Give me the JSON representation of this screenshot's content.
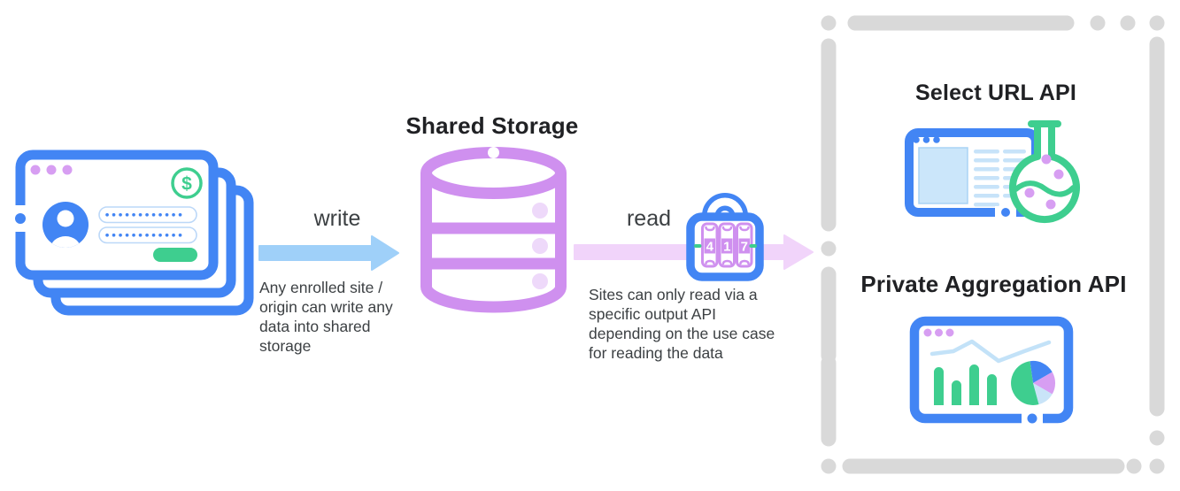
{
  "shared_storage": {
    "title": "Shared Storage"
  },
  "flows": {
    "write": {
      "label": "write",
      "caption": "Any enrolled site /\norigin can write any\ndata into shared\nstorage"
    },
    "read": {
      "label": "read",
      "caption": "Sites can only read via a\nspecific output API\ndepending on the use case\nfor reading the data"
    }
  },
  "lock": {
    "digits": [
      "4",
      "1",
      "7"
    ]
  },
  "output_panel": {
    "select_url_api": {
      "title": "Select URL API"
    },
    "private_aggregation_api": {
      "title": "Private Aggregation API"
    }
  },
  "enrolled_sites": {
    "dollar_glyph": "$"
  },
  "icons": {
    "enrolled_sites": "stacked-browser-windows-login-icon",
    "dollar": "dollar-sign-icon",
    "shared_storage": "database-cylinder-icon",
    "write": "right-arrow-icon",
    "read": "right-arrow-icon",
    "lock": "combination-lock-icon",
    "select_url": "browser-window-with-flask-icon",
    "private_aggregation": "dashboard-charts-icon",
    "panel_border": "dashed-rounded-border"
  },
  "colors": {
    "blue": "#4285F4",
    "write_arrow_blue": "#9FD0F9",
    "read_arrow_pink": "#F1D4FA",
    "purple": "#CF90EF",
    "pale_purple": "#EED9FA",
    "window_dot_purple": "#D79EF2",
    "green": "#3ECE8F",
    "pale_blue": "#C9E5FA",
    "dash_gray": "#D9D9D9",
    "title_text": "#202124",
    "body_text": "#3C4043"
  }
}
